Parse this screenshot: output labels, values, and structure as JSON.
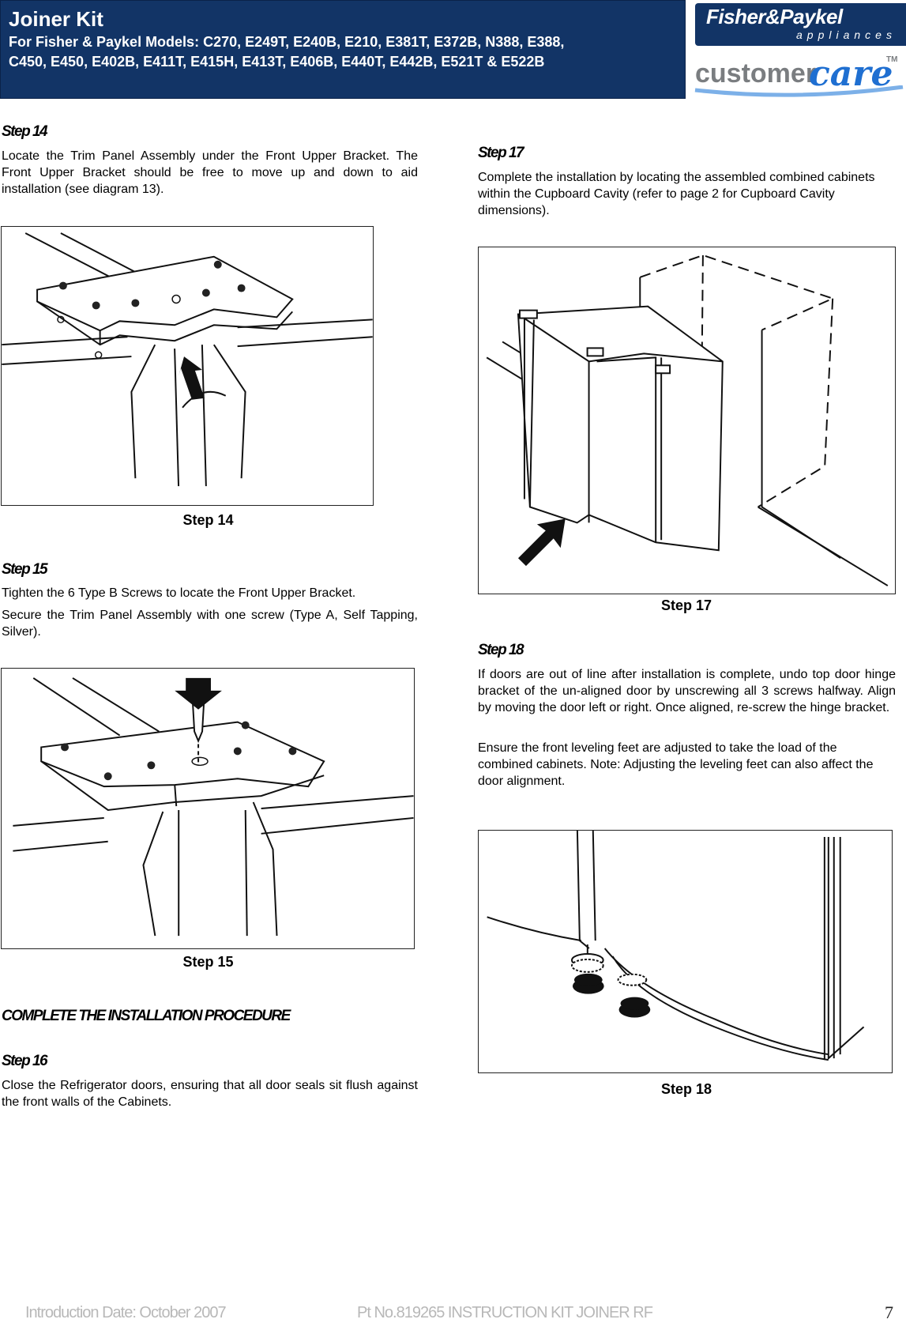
{
  "header": {
    "title": "Joiner Kit",
    "models_line1": "For Fisher & Paykel Models: C270, E249T, E240B, E210, E381T, E372B, N388, E388,",
    "models_line2": "C450, E450, E402B, E411T, E415H, E413T, E406B, E440T, E442B, E521T & E522B",
    "brand_name": "Fisher&Paykel",
    "brand_sub": "appliances",
    "care_word": "customer",
    "care_script": "care",
    "care_tm": "TM"
  },
  "left": {
    "step14": {
      "heading": "Step 14",
      "text": "Locate the Trim Panel Assembly under the Front Upper Bracket. The Front Upper Bracket should be free to move up and down to aid installation (see diagram 13).",
      "caption": "Step 14"
    },
    "step15": {
      "heading": "Step 15",
      "text1": "Tighten the 6 Type B Screws to locate the Front Upper Bracket.",
      "text2": "Secure the Trim Panel Assembly with one screw (Type A, Self Tapping, Silver).",
      "caption": "Step 15"
    },
    "section_heading": "COMPLETE THE INSTALLATION PROCEDURE",
    "step16": {
      "heading": "Step 16",
      "text": "Close the Refrigerator doors, ensuring that all door seals sit flush against the front walls of the Cabinets."
    }
  },
  "right": {
    "step17": {
      "heading": "Step 17",
      "text": "Complete the installation by locating the assembled combined cabinets within the Cupboard Cavity (refer to page 2 for Cupboard Cavity dimensions).",
      "caption": "Step 17"
    },
    "step18": {
      "heading": "Step 18",
      "text1": "If doors are out of line after installation is complete, undo top door hinge bracket of the un-aligned door by unscrewing all 3 screws halfway. Align by moving the door left or right. Once aligned, re-screw the hinge bracket.",
      "text2": "Ensure the front leveling feet are adjusted to take the load of the combined cabinets.  Note: Adjusting the leveling feet can also affect the door alignment.",
      "caption": "Step 18"
    }
  },
  "footer": {
    "date": "Introduction Date: October 2007",
    "part": "Pt No.819265 INSTRUCTION KIT JOINER RF",
    "page": "7"
  },
  "colors": {
    "header_bg": "#123466",
    "care_blue": "#1f6fd1",
    "footer_grey": "#b8b8b8"
  }
}
